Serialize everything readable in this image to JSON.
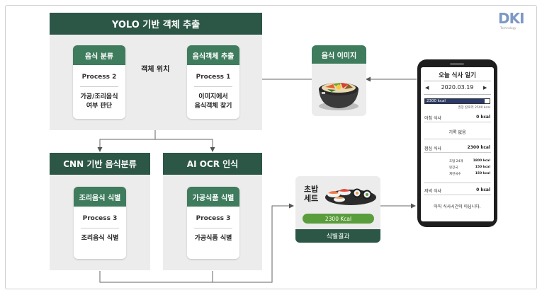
{
  "logo": {
    "text": "DKI",
    "subtext": "Technology"
  },
  "yolo": {
    "title": "YOLO 기반 객체 추출",
    "arrow_label": "객체 위치",
    "card_left": {
      "header": "음식 분류",
      "process": "Process 2",
      "desc": "가공/조리음식\n여부 판단"
    },
    "card_right": {
      "header": "음식객체 추출",
      "process": "Process 1",
      "desc": "이미지에서\n음식객체 찾기"
    }
  },
  "cnn": {
    "title": "CNN 기반 음식분류",
    "card": {
      "header": "조리음식 식별",
      "process": "Process 3",
      "desc": "조리음식 식별"
    }
  },
  "ocr": {
    "title": "AI OCR 인식",
    "card": {
      "header": "가공식품 식별",
      "process": "Process 3",
      "desc": "가공식품 식별"
    }
  },
  "food_image": {
    "header": "음식 이미지",
    "icon": "food-bowl-icon"
  },
  "result": {
    "name": "초밥\n세트",
    "kcal": "2300 Kcal",
    "footer": "식별결과",
    "icon": "sushi-platter-icon"
  },
  "phone": {
    "title": "오늘 식사 일기",
    "date": "2020.03.19",
    "prev": "◀",
    "next": "▶",
    "bar_label": "2300 kcal",
    "bar_fraction": 0.92,
    "bar_note": "권장 칼로리 2500 kcal",
    "breakfast": {
      "label": "아침 식사",
      "value": "0 kcal"
    },
    "no_record": "기록 없음",
    "lunch": {
      "label": "점심 식사",
      "value": "2300 kcal"
    },
    "items": [
      {
        "name": "초밥 24개",
        "value": "1800 kcal"
      },
      {
        "name": "된장국",
        "value": "150 kcal"
      },
      {
        "name": "계란국수",
        "value": "150 kcal"
      }
    ],
    "dinner": {
      "label": "저녁 식사",
      "value": "0 kcal"
    },
    "footer_note": "아직 식사시간이 아닙니다."
  },
  "colors": {
    "header_dark": "#2c5747",
    "card_green": "#3f7c5d",
    "kcal_green": "#5a9d3c",
    "panel_gray": "#ececec",
    "line_gray": "#666666"
  }
}
